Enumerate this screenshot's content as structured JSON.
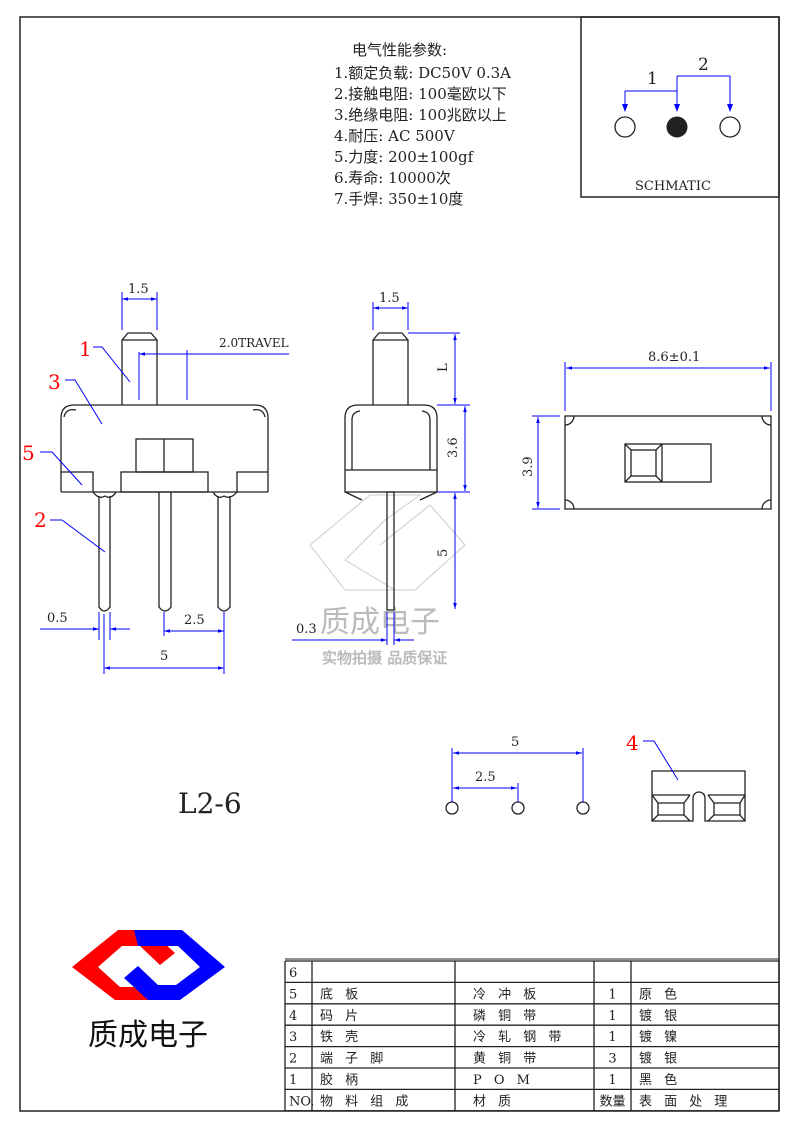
{
  "specs": {
    "title": "电气性能参数:",
    "items": [
      "1.额定负载: DC50V 0.3A",
      "2.接触电阻: 100毫欧以下",
      "3.绝缘电阻: 100兆欧以上",
      "4.耐压: AC 500V",
      "5.力度: 200±100gf",
      "6.寿命: 10000次",
      "7.手焊: 350±10度"
    ]
  },
  "schematic": {
    "label": "SCHMATIC",
    "pos1": "1",
    "pos2": "2"
  },
  "front_view": {
    "dim_actuator_width": "1.5",
    "dim_travel": "2.0TRAVEL",
    "dim_pin_width": "0.5",
    "dim_pin_pitch": "2.5",
    "dim_pin_span": "5",
    "callouts": [
      "1",
      "3",
      "5",
      "2"
    ]
  },
  "side_view": {
    "dim_actuator_width": "1.5",
    "dim_actuator_length": "L",
    "dim_body_height": "3.6",
    "dim_pin_length": "5",
    "dim_pin_thickness": "0.3"
  },
  "top_view": {
    "dim_length": "8.6±0.1",
    "dim_width": "3.9"
  },
  "footprint": {
    "dim_span": "5",
    "dim_pitch": "2.5"
  },
  "part4": {
    "callout": "4"
  },
  "model": "L2-6",
  "watermark": {
    "brand": "质成电子",
    "slogan": "实物拍摄 品质保证"
  },
  "logo": {
    "brand": "质成电子",
    "colors": {
      "left": "#ff0000",
      "right": "#0000ff"
    }
  },
  "bom": {
    "header": [
      "NO.",
      "物 料 组 成",
      "材 质",
      "数量",
      "表 面 处 理"
    ],
    "rows": [
      [
        "6",
        "",
        "",
        "",
        ""
      ],
      [
        "5",
        "底 板",
        "冷 冲 板",
        "1",
        "原 色"
      ],
      [
        "4",
        "码 片",
        "磷 铜 带",
        "1",
        "镀 银"
      ],
      [
        "3",
        "铁 壳",
        "冷 轧 钢 带",
        "1",
        "镀 镍"
      ],
      [
        "2",
        "端 子 脚",
        "黄 铜 带",
        "3",
        "镀 银"
      ],
      [
        "1",
        "胶 柄",
        "P O M",
        "1",
        "黑 色"
      ]
    ]
  }
}
